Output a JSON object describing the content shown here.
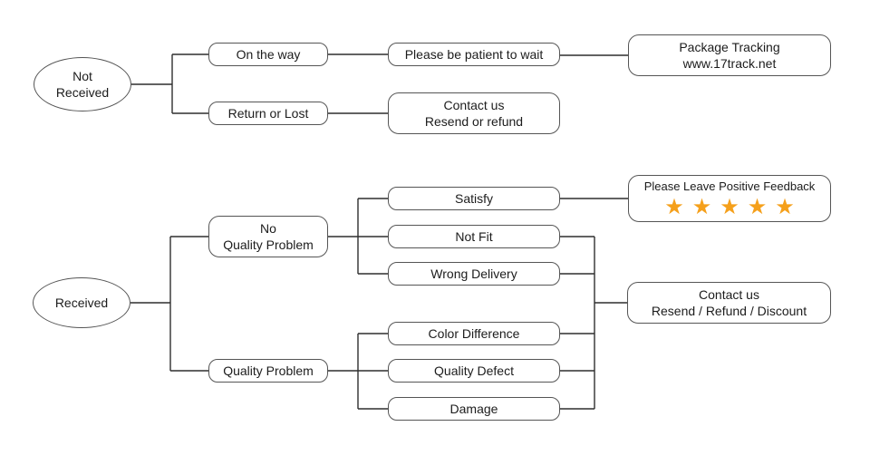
{
  "colors": {
    "line_color": "#2f2f2f",
    "border_color": "#555555",
    "text_color": "#1c1c1c",
    "star_color": "#F5A01B",
    "bg_color": "#ffffff"
  },
  "nodes": {
    "not_received": {
      "line1": "Not",
      "line2": "Received"
    },
    "on_the_way": {
      "label": "On the way"
    },
    "return_or_lost": {
      "label": "Return or Lost"
    },
    "be_patient": {
      "label": "Please be patient to wait"
    },
    "package_tracking": {
      "line1": "Package Tracking",
      "line2": "www.17track.net"
    },
    "contact_resend_refund": {
      "line1": "Contact us",
      "line2": "Resend or refund"
    },
    "received": {
      "label": "Received"
    },
    "no_quality_problem": {
      "line1": "No",
      "line2": "Quality Problem"
    },
    "quality_problem": {
      "label": "Quality Problem"
    },
    "satisfy": {
      "label": "Satisfy"
    },
    "not_fit": {
      "label": "Not Fit"
    },
    "wrong_delivery": {
      "label": "Wrong Delivery"
    },
    "color_difference": {
      "label": "Color Difference"
    },
    "quality_defect": {
      "label": "Quality Defect"
    },
    "damage": {
      "label": "Damage"
    },
    "positive_feedback": {
      "title": "Please Leave Positive Feedback",
      "stars": "★★★★★",
      "star_count": 5
    },
    "contact_discount": {
      "line1": "Contact us",
      "line2": "Resend / Refund / Discount"
    }
  },
  "edges": [
    {
      "from": "Not Received",
      "to": "On the way"
    },
    {
      "from": "Not Received",
      "to": "Return or Lost"
    },
    {
      "from": "On the way",
      "to": "Please be patient to wait"
    },
    {
      "from": "Please be patient to wait",
      "to": "Package Tracking www.17track.net"
    },
    {
      "from": "Return or Lost",
      "to": "Contact us Resend or refund"
    },
    {
      "from": "Received",
      "to": "No Quality Problem"
    },
    {
      "from": "Received",
      "to": "Quality Problem"
    },
    {
      "from": "No Quality Problem",
      "to": "Satisfy"
    },
    {
      "from": "No Quality Problem",
      "to": "Not Fit"
    },
    {
      "from": "No Quality Problem",
      "to": "Wrong Delivery"
    },
    {
      "from": "Satisfy",
      "to": "Please Leave Positive Feedback"
    },
    {
      "from": "Not Fit",
      "to": "Contact us Resend / Refund / Discount"
    },
    {
      "from": "Wrong Delivery",
      "to": "Contact us Resend / Refund / Discount"
    },
    {
      "from": "Quality Problem",
      "to": "Color Difference"
    },
    {
      "from": "Quality Problem",
      "to": "Quality Defect"
    },
    {
      "from": "Quality Problem",
      "to": "Damage"
    },
    {
      "from": "Color Difference",
      "to": "Contact us Resend / Refund / Discount"
    },
    {
      "from": "Quality Defect",
      "to": "Contact us Resend / Refund / Discount"
    },
    {
      "from": "Damage",
      "to": "Contact us Resend / Refund / Discount"
    }
  ]
}
